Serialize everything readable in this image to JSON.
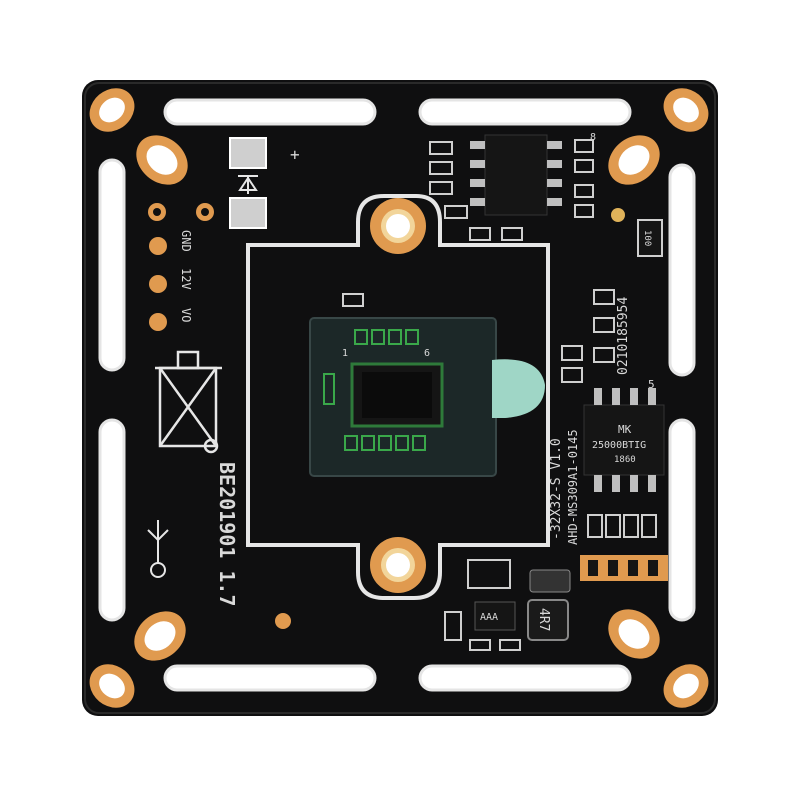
{
  "image": {
    "subject": "camera-module-pcb",
    "colors": {
      "board": "#0f0f10",
      "silkscreen": "#e6e6e6",
      "copper_pad": "#e09a4f",
      "pad_ring": "#f2d59a",
      "chip": "#151515",
      "protective_film": "#9fd6c6"
    }
  },
  "silkscreen": {
    "serial": "BE201901 1.7",
    "pin_gnd": "GND",
    "pin_12v": "12V",
    "pin_vo": "VO",
    "board_model": "-32X32-S V1.0",
    "board_sub": "AHD-MS309A1-0145",
    "date_code": "0210185954",
    "resistor_mark": "100",
    "plus_mark": "+",
    "pin1_mark": "1",
    "pin6_mark": "6",
    "pin5_mark": "5",
    "pin8_mark": "8"
  },
  "components": {
    "ic_main_line1": "MK",
    "ic_main_line2": "25000BTIG",
    "ic_main_line3": "1860",
    "inductor_mark": "4R7",
    "mosfet_mark": "AAA"
  }
}
